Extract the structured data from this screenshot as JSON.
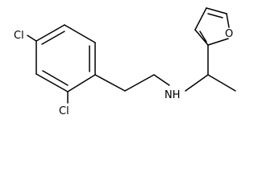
{
  "molecule": {
    "atoms": {
      "cl_top": "Cl",
      "cl_bottom": "Cl",
      "nh": "NH",
      "o": "O"
    }
  },
  "colors": {
    "background": "#ffffff",
    "ink": "#000000"
  }
}
